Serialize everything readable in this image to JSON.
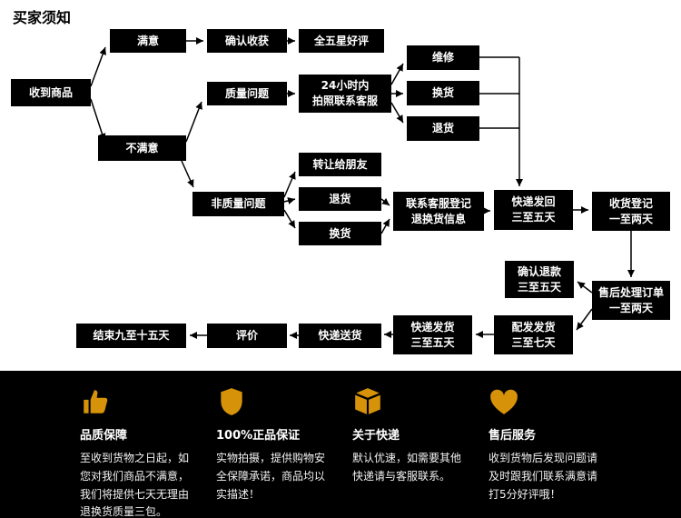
{
  "title": "买家须知",
  "flow": {
    "nodes": [
      {
        "label": "收到商品"
      },
      {
        "label": "满意"
      },
      {
        "label": "确认收获"
      },
      {
        "label": "全五星好评"
      },
      {
        "label": "质量问题"
      },
      {
        "label": "24小时内\n拍照联系客服"
      },
      {
        "label": "维修"
      },
      {
        "label": "换货"
      },
      {
        "label": "退货"
      },
      {
        "label": "不满意"
      },
      {
        "label": "非质量问题"
      },
      {
        "label": "转让给朋友"
      },
      {
        "label": "退货"
      },
      {
        "label": "换货"
      },
      {
        "label": "联系客服登记\n退换货信息"
      },
      {
        "label": "快递发回\n三至五天"
      },
      {
        "label": "收货登记\n一至两天"
      },
      {
        "label": "确认退款\n三至五天"
      },
      {
        "label": "售后处理订单\n一至两天"
      },
      {
        "label": "配发发货\n三至七天"
      },
      {
        "label": "快递发货\n三至五天"
      },
      {
        "label": "快递送货"
      },
      {
        "label": "评价"
      },
      {
        "label": "结束九至十五天"
      }
    ]
  },
  "footer": {
    "columns": [
      {
        "icon": "thumbs-up-icon",
        "title": "品质保障",
        "body": "至收到货物之日起，如\n您对我们商品不满意，\n我们将提供七天无理由\n退换货质量三包。"
      },
      {
        "icon": "shield-icon",
        "title": "100%正品保证",
        "body": "实物拍摄，提供购物安\n全保障承诺，商品均以\n实描述！"
      },
      {
        "icon": "package-icon",
        "title": "关于快递",
        "body": "默认优速，如需要其他\n快递请与客服联系。"
      },
      {
        "icon": "heart-icon",
        "title": "售后服务",
        "body": "收到货物后发现问题请\n及时跟我们联系满意请\n打5分好评哦！"
      }
    ]
  },
  "colors": {
    "accent": "#d6930a",
    "node_bg": "#000000",
    "node_text": "#ffffff",
    "footer_bg": "#000000"
  }
}
